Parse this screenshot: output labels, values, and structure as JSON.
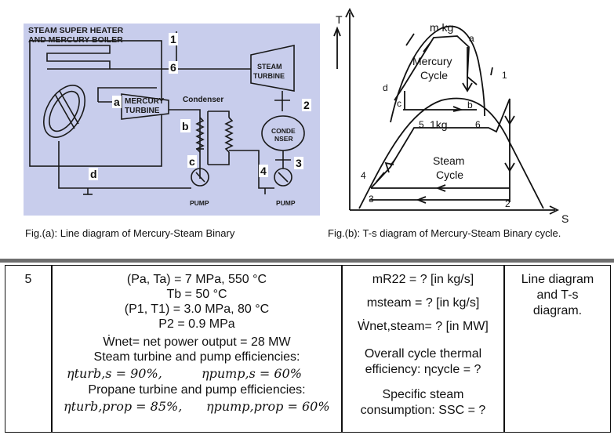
{
  "fig_a": {
    "boiler_label_1": "STEAM SUPER HEATER",
    "boiler_label_2": "AND MERCURY BOILER",
    "turbine_label_1": "STEAM",
    "turbine_label_2": "TURBINE",
    "mercury_turbine_1": "MERCURY",
    "mercury_turbine_2": "TURBINE",
    "condenser_label": "Condenser",
    "conde_1": "CONDE",
    "conde_2": "NSER",
    "pump_left": "PUMP",
    "pump_right": "PUMP",
    "points": {
      "p1": "1",
      "p6": "6",
      "pa": "a",
      "pb": "b",
      "pc": "c",
      "pd": "d",
      "p2": "2",
      "p3": "3",
      "p4": "4"
    },
    "caption": "Fig.(a): Line diagram of Mercury-Steam Binary"
  },
  "fig_b": {
    "axis_t": "T",
    "axis_s": "S",
    "m_kg": "m kg",
    "mercury_1": "Mercury",
    "mercury_2": "Cycle",
    "one_kg": "1kg",
    "steam_1": "Steam",
    "steam_2": "Cycle",
    "points": {
      "a": "a",
      "b": "b",
      "c": "c",
      "d": "d",
      "p1": "1",
      "p2": "2",
      "p3": "3",
      "p4": "4",
      "p5": "5",
      "p6": "6"
    },
    "caption": "Fig.(b): T-s diagram of Mercury-Steam Binary cycle."
  },
  "table": {
    "row_no": "5",
    "given": {
      "l1": "(Pa, Ta) = 7 MPa, 550 °C",
      "l2": "Tb = 50 °C",
      "l3": "(P1, T1) = 3.0 MPa, 80 °C",
      "l4": "P2 = 0.9 MPa",
      "l5": "Ẇnet= net power output = 28 MW",
      "l6": "Steam turbine and pump efficiencies:",
      "l7a": "ηturb,s = 90%,",
      "l7b": "ηpump,s = 60%",
      "l8": "Propane turbine and pump efficiencies:",
      "l9a": "ηturb,prop = 85%,",
      "l9b": "ηpump,prop = 60%"
    },
    "find": {
      "l1": "mR22 = ? [in kg/s]",
      "l2": "msteam = ? [in kg/s]",
      "l3": "Ẇnet,steam= ? [in MW]",
      "l4": "Overall cycle thermal",
      "l5": "efficiency: ηcycle = ?",
      "l6": "Specific steam",
      "l7": "consumption: SSC = ?"
    },
    "remark": {
      "l1": "Line diagram",
      "l2": "and T-s",
      "l3": "diagram."
    }
  }
}
